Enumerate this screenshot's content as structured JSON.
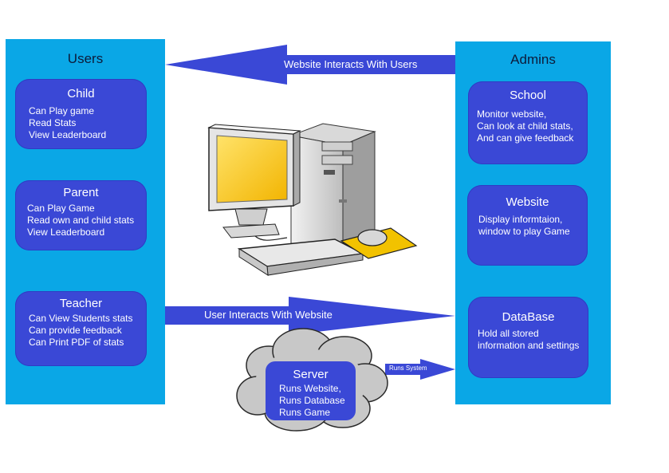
{
  "users_panel": {
    "title": "Users",
    "child": {
      "title": "Child",
      "lines": [
        "Can Play game",
        "Read Stats",
        "View Leaderboard"
      ]
    },
    "parent": {
      "title": "Parent",
      "lines": [
        "Can Play Game",
        "Read own and child stats",
        "View Leaderboard"
      ]
    },
    "teacher": {
      "title": "Teacher",
      "lines": [
        "Can View Students stats",
        "Can provide feedback",
        "Can Print PDF of stats"
      ]
    }
  },
  "admins_panel": {
    "title": "Admins",
    "school": {
      "title": "School",
      "lines": [
        "Monitor website,",
        "Can look at child stats,",
        "And can give feedback"
      ]
    },
    "website": {
      "title": "Website",
      "lines": [
        "Display informtaion,",
        "window to play Game"
      ]
    },
    "database": {
      "title": "DataBase",
      "lines": [
        "Hold all stored",
        "information and settings"
      ]
    }
  },
  "server": {
    "title": "Server",
    "lines": [
      "Runs Website,",
      "Runs Database",
      "Runs Game"
    ]
  },
  "arrows": {
    "website_to_users": "Website Interacts With Users",
    "user_to_website": "User Interacts With Website",
    "server_to_database": "Runs System"
  },
  "colors": {
    "panel": "#0aa7e6",
    "box": "#3a48d6",
    "arrow": "#3a48d6",
    "cloud": "#c8c8c8",
    "screen": "#f6c400"
  },
  "icons": [
    "desktop-computer-icon",
    "cloud-shape"
  ]
}
